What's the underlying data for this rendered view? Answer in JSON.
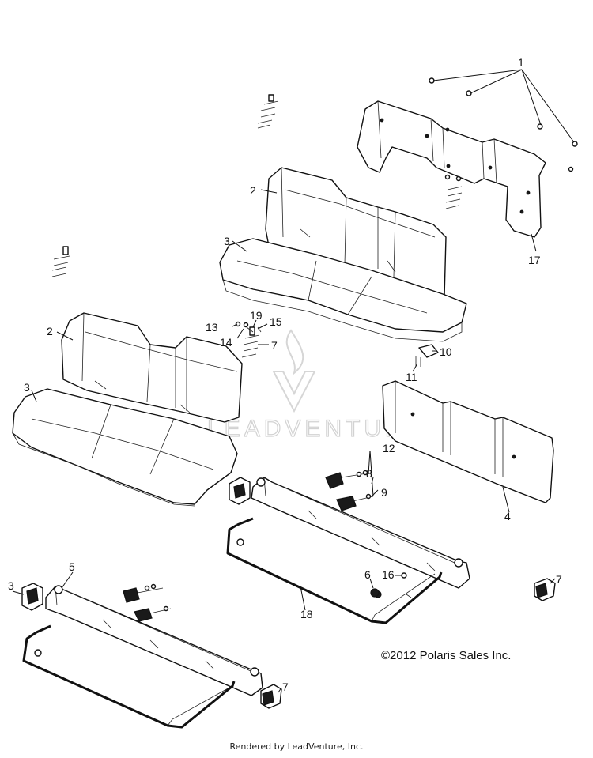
{
  "diagram": {
    "callouts": {
      "c1": "1",
      "c2a": "2",
      "c2b": "2",
      "c3a": "3",
      "c3b": "3",
      "c4": "4",
      "c5": "5",
      "c6": "6",
      "c7a": "7",
      "c7b": "7",
      "c7c": "7",
      "c8": "8",
      "c9": "9",
      "c10": "10",
      "c11": "11",
      "c12": "12",
      "c13": "13",
      "c14": "14",
      "c15": "15",
      "c16": "16",
      "c17": "17",
      "c18": "18",
      "c19": "19"
    },
    "copyright": "©2012 Polaris Sales Inc.",
    "watermark": "LEADVENTURE"
  },
  "footer": {
    "text": "Rendered by LeadVenture, Inc."
  }
}
